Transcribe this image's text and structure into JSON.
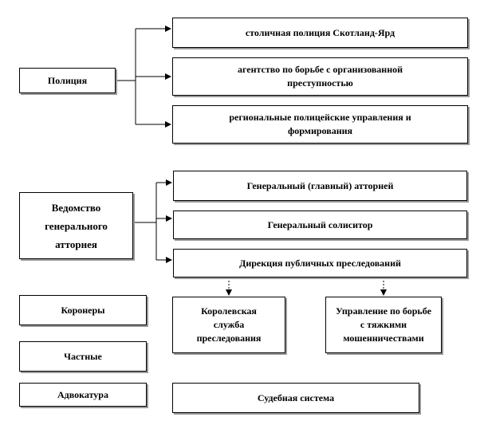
{
  "police": {
    "label": "Полиция",
    "items": [
      "столичная полиция Скотланд-Ярд",
      "агентство по борьбе с организованной преступностью",
      "региональные полицейские управления и формирования"
    ]
  },
  "attorney": {
    "label": "Ведомство генерального атторнея",
    "items": [
      "Генеральный (главный) атторней",
      "Генеральный солиситор",
      "Дирекция публичных преследований"
    ],
    "sub_items": [
      "Королевская служба преследования",
      "Управление по борьбе с тяжкими мошенничествами"
    ]
  },
  "other": {
    "coroners": "Коронеры",
    "private": "Частные",
    "bar": "Адвокатура",
    "judicial": "Судебная система"
  }
}
